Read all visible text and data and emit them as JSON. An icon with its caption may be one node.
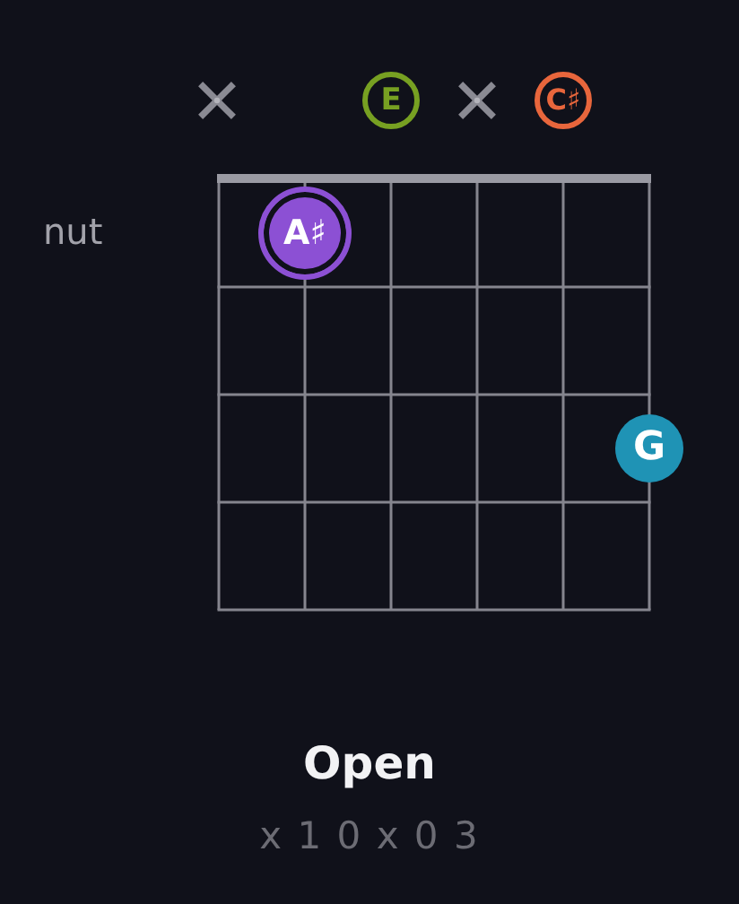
{
  "diagram": {
    "title": "Open",
    "caption": "x 1 0 x 0 3",
    "nodes": [
      {
        "text": [],
        "shape": "cross"
      },
      {
        "text": [
          "E"
        ]
      },
      {
        "text": [],
        "shape": "cross"
      },
      {
        "text": [
          "C♯"
        ]
      },
      {
        "text": [
          "A♯"
        ]
      },
      {
        "text": [
          "G"
        ]
      }
    ],
    "labels": [
      "nut"
    ]
  }
}
